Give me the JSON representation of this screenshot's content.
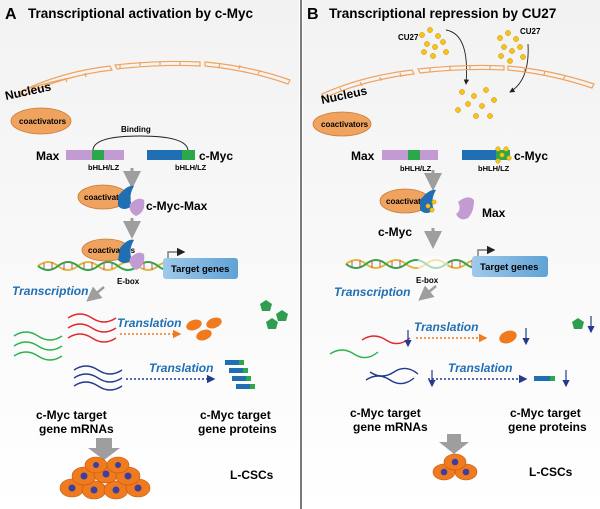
{
  "panel_a": {
    "letter": "A",
    "title": "Transcriptional activation by c-Myc",
    "nucleus": "Nucleus",
    "coactivators": "coactivators",
    "binding": "Binding",
    "max": "Max",
    "cmyc": "c-Myc",
    "bhlh_left": "bHLH/LZ",
    "bhlh_right": "bHLH/LZ",
    "complex": "c-Myc-Max",
    "ebox": "E-box",
    "target_genes": "Target genes",
    "transcription": "Transcription",
    "translation_1": "Translation",
    "translation_2": "Translation",
    "mrna_label_1": "c-Myc target",
    "mrna_label_2": "gene mRNAs",
    "protein_label_1": "c-Myc target",
    "protein_label_2": "gene proteins",
    "cells": "L-CSCs"
  },
  "panel_b": {
    "letter": "B",
    "title": "Transcriptional repression by CU27",
    "cu27_left": "CU27",
    "cu27_right": "CU27",
    "nucleus": "Nucleus",
    "coactivators": "coactivators",
    "max": "Max",
    "cmyc": "c-Myc",
    "bhlh_left": "bHLH/LZ",
    "bhlh_right": "bHLH/LZ",
    "max_free": "Max",
    "cmyc_bound": "c-Myc",
    "ebox": "E-box",
    "target_genes": "Target genes",
    "transcription": "Transcription",
    "translation_1": "Translation",
    "translation_2": "Translation",
    "mrna_label_1": "c-Myc target",
    "mrna_label_2": "gene mRNAs",
    "protein_label_1": "c-Myc target",
    "protein_label_2": "gene proteins",
    "cells": "L-CSCs"
  },
  "colors": {
    "panel_bg": "#e9e9e9",
    "coactivator": "#f0a35e",
    "max_purple": "#c39bd3",
    "myc_blue": "#1f6fb2",
    "bhlh_green": "#2aa84a",
    "compound_yellow": "#f7c31a",
    "pentagon_green": "#2e9e4e",
    "arrow_grey": "#9e9e9e",
    "mrna_red": "#e3262b",
    "mrna_green": "#2bb24c",
    "mrna_navy": "#253a8e",
    "cell_orange": "#f07a1e",
    "cell_nucleus": "#3b3fa0"
  }
}
